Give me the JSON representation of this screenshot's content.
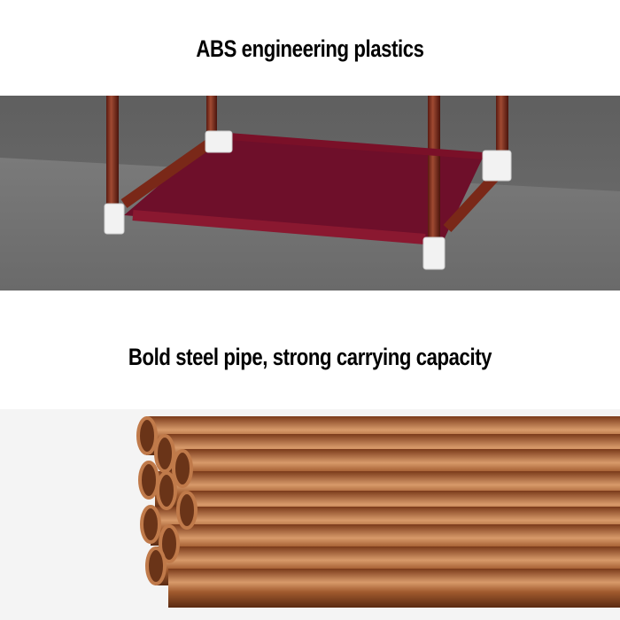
{
  "sections": [
    {
      "heading": "ABS engineering plastics",
      "image": "shoe-rack-shelf-with-abs-connectors"
    },
    {
      "heading": "Bold steel pipe, strong carrying capacity",
      "image": "stack-of-copper-colored-steel-pipes"
    }
  ],
  "colors": {
    "fabric": "#6e0f2a",
    "pipe": "#8a3a26",
    "connector": "#f2f2f2",
    "panel": "#6b6b6b",
    "copper": "#b06a3a"
  }
}
